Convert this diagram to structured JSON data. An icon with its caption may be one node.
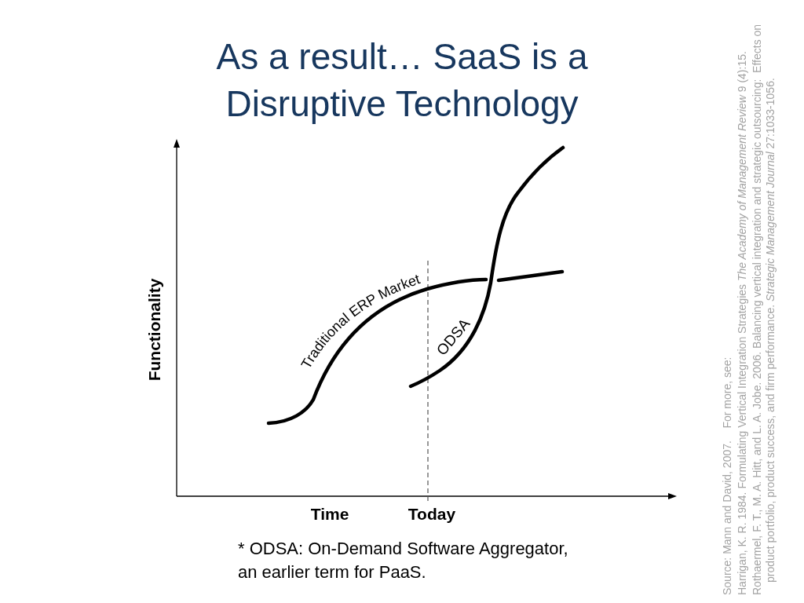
{
  "diagram": {
    "title": "As a result… SaaS is a Disruptive Technology",
    "labels": [
      "Traditional ERP Market",
      "ODSA",
      "Functionality",
      "Time",
      "Today",
      "* ODSA: On-Demand Software Aggregator, an earlier term for PaaS.",
      "Source: Mann and David, 2007.    For more, see:",
      "Harrigan, K. R. 1984. Formulating Vertical Integration Strategies *The Academy of Management Review* 9 (4):15.",
      "Rothaermel, F. T., M. A. Hitt, and L. A. Jobe. 2006. Balancing vertical integration and strategic outsourcing:  Effects on product portfolio, product success, and firm performance. *Strategic Management Journal* 27:1033-1056."
    ]
  }
}
